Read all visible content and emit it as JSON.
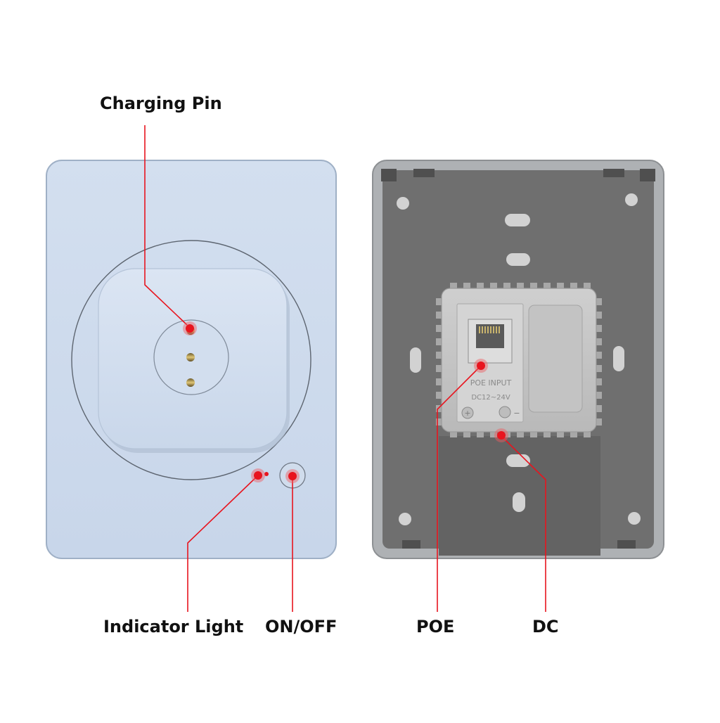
{
  "callouts": {
    "charging_pin": "Charging Pin",
    "indicator_light": "Indicator Light",
    "on_off": "ON/OFF",
    "poe": "POE",
    "dc": "DC"
  },
  "back_panel": {
    "port_label": "POE INPUT",
    "voltage_label": "DC12~24V",
    "plus_symbol": "+",
    "minus_symbol": "−"
  },
  "colors": {
    "callout": "#e8141e",
    "front_plate": "#cfdcee",
    "back_frame": "#a9acaf",
    "back_plate": "#6e6e6e",
    "module": "#c6c6c6"
  }
}
